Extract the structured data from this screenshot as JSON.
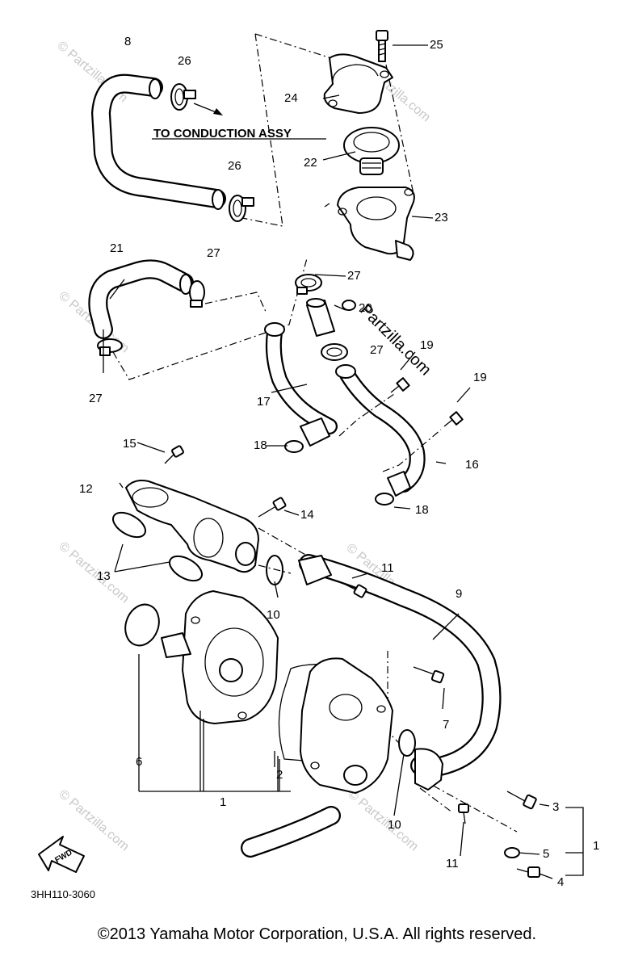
{
  "diagram": {
    "part_labels": [
      "1",
      "2",
      "3",
      "4",
      "5",
      "6",
      "7",
      "8",
      "9",
      "10",
      "10",
      "11",
      "11",
      "12",
      "13",
      "14",
      "15",
      "16",
      "17",
      "18",
      "18",
      "19",
      "19",
      "20",
      "21",
      "22",
      "23",
      "24",
      "25",
      "26",
      "26",
      "27",
      "27",
      "27",
      "27"
    ],
    "annotation": "TO CONDUCTION ASSY",
    "fwd_label": "FWD",
    "diagram_code": "3HH110-3060",
    "watermark": "© Partzilla.com",
    "watermark_main": "Partzilla.com"
  },
  "footer": {
    "copyright": "©2013 Yamaha Motor Corporation, U.S.A. All rights reserved."
  }
}
